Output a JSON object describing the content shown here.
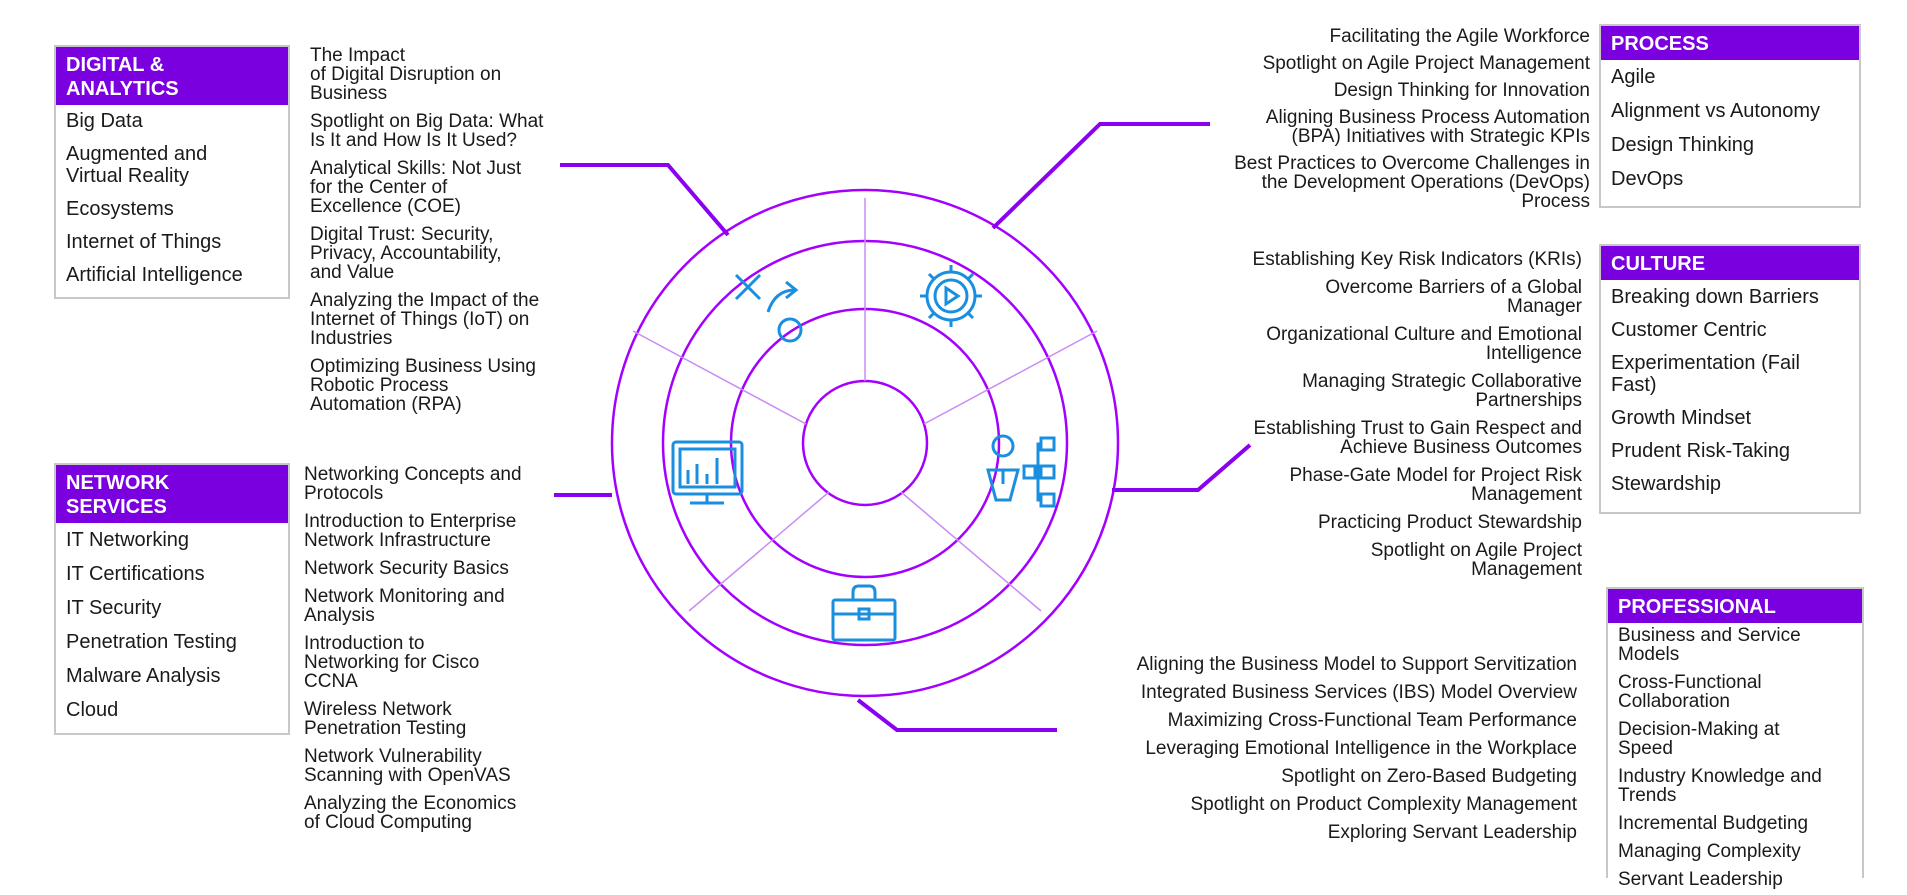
{
  "colors": {
    "accent": "#7b00e0",
    "icon": "#1a8fe0",
    "box_border": "#c8c8c8"
  },
  "center_icons": [
    "strategy-icon",
    "gear-play-icon",
    "person-org-chart-icon",
    "monitor-chart-icon",
    "briefcase-icon"
  ],
  "digital": {
    "header_line1": "DIGITAL &",
    "header_line2": "ANALYTICS",
    "items": [
      "Big Data",
      "Augmented and\nVirtual Reality",
      "Ecosystems",
      "Internet of Things",
      "Artificial Intelligence"
    ],
    "titles": [
      "The Impact\nof Digital Disruption on\nBusiness",
      "Spotlight on Big Data: What\nIs It and How Is It Used?",
      "Analytical Skills: Not Just\nfor the Center of\nExcellence (COE)",
      "Digital Trust: Security,\nPrivacy, Accountability,\nand Value",
      "Analyzing the Impact of the\nInternet of Things (IoT) on\nIndustries",
      "Optimizing Business Using\nRobotic Process\nAutomation (RPA)"
    ]
  },
  "network": {
    "header_line1": "NETWORK",
    "header_line2": "SERVICES",
    "items": [
      "IT Networking",
      "IT Certifications",
      "IT Security",
      "Penetration Testing",
      "Malware Analysis",
      "Cloud"
    ],
    "titles": [
      "Networking Concepts and\nProtocols",
      "Introduction to Enterprise\nNetwork Infrastructure",
      "Network Security Basics",
      "Network Monitoring and\nAnalysis",
      "Introduction to\nNetworking for Cisco\nCCNA",
      "Wireless Network\nPenetration Testing",
      "Network Vulnerability\nScanning with OpenVAS",
      "Analyzing the Economics\nof Cloud Computing"
    ]
  },
  "process": {
    "header": "PROCESS",
    "items": [
      "Agile",
      "Alignment vs Autonomy",
      "Design Thinking",
      "DevOps"
    ],
    "titles": [
      "Facilitating the Agile Workforce",
      "Spotlight on Agile Project Management",
      "Design Thinking for Innovation",
      "Aligning Business Process Automation\n(BPA) Initiatives with Strategic KPIs",
      "Best Practices to Overcome Challenges in\nthe Development Operations (DevOps)\nProcess"
    ]
  },
  "culture": {
    "header": "CULTURE",
    "items": [
      "Breaking down Barriers",
      "Customer Centric",
      "Experimentation (Fail\nFast)",
      "Growth Mindset",
      "Prudent Risk-Taking",
      "Stewardship"
    ],
    "titles": [
      "Establishing Key Risk Indicators (KRIs)",
      "Overcome Barriers of a Global\nManager",
      "Organizational Culture and Emotional\nIntelligence",
      "Managing Strategic Collaborative\nPartnerships",
      "Establishing Trust to Gain Respect and\nAchieve Business Outcomes",
      "Phase-Gate Model for Project Risk\nManagement",
      "Practicing Product Stewardship",
      "Spotlight on Agile Project\nManagement"
    ]
  },
  "professional": {
    "header": "PROFESSIONAL",
    "items": [
      "Business and Service\nModels",
      "Cross-Functional\nCollaboration",
      "Decision-Making at\nSpeed",
      "Industry Knowledge and\nTrends",
      "Incremental Budgeting",
      "Managing Complexity",
      "Servant Leadership"
    ],
    "titles": [
      "Aligning the Business Model to Support Servitization",
      "Integrated Business Services (IBS) Model Overview",
      "Maximizing Cross-Functional Team Performance",
      "Leveraging Emotional Intelligence in the Workplace",
      "Spotlight on Zero-Based Budgeting",
      "Spotlight on Product Complexity Management",
      "Exploring Servant Leadership"
    ]
  }
}
